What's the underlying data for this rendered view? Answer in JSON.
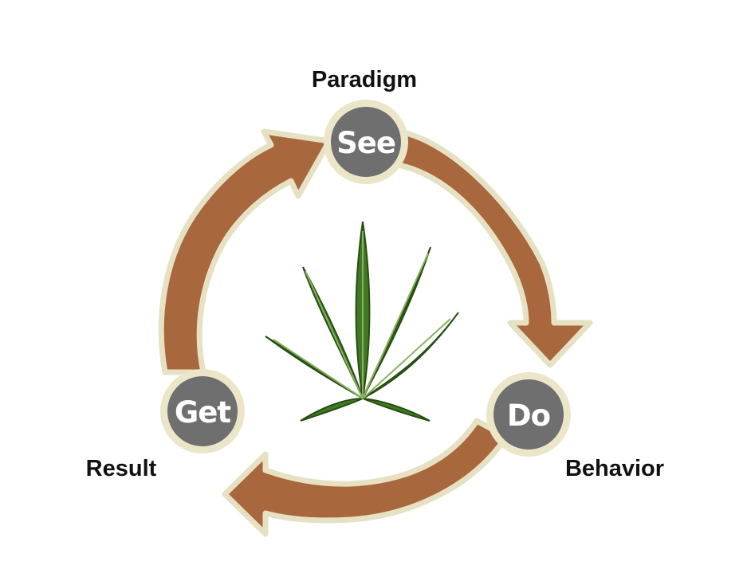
{
  "diagram": {
    "colors": {
      "background": "#ffffff",
      "arrow_fill": "#a8673d",
      "arrow_outline": "#e7e1c4",
      "node_fill": "#6f6f6f",
      "node_ring": "#ece6c9",
      "node_text": "#ffffff",
      "label_text": "#111111",
      "leaf_green": "#3f7a22",
      "leaf_dark": "#254f12"
    },
    "nodes": [
      {
        "id": "see",
        "text": "See",
        "caption": "Paradigm"
      },
      {
        "id": "do",
        "text": "Do",
        "caption": "Behavior"
      },
      {
        "id": "get",
        "text": "Get",
        "caption": "Result"
      }
    ],
    "arrows": [
      {
        "from": "see",
        "to": "do"
      },
      {
        "from": "do",
        "to": "get"
      },
      {
        "from": "get",
        "to": "see"
      }
    ],
    "center_image": "cannabis-leaf-icon"
  }
}
